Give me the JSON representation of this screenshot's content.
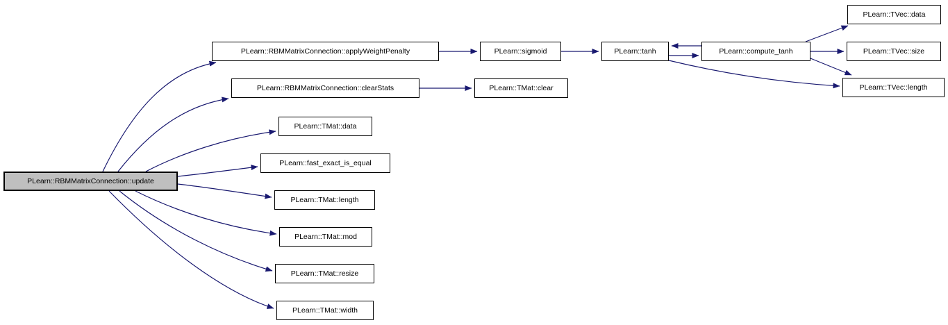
{
  "diagram": {
    "type": "call-graph",
    "background": "#ffffff",
    "edge_color": "#191970",
    "node_fill": "#ffffff",
    "node_border_color": "#000000",
    "root_fill": "#bfbfbf"
  },
  "nodes": [
    {
      "id": "update",
      "label": "PLearn::RBMMatrixConnection::update",
      "root": true
    },
    {
      "id": "applyWeightPenalty",
      "label": "PLearn::RBMMatrixConnection::applyWeightPenalty"
    },
    {
      "id": "clearStats",
      "label": "PLearn::RBMMatrixConnection::clearStats"
    },
    {
      "id": "sigmoid",
      "label": "PLearn::sigmoid"
    },
    {
      "id": "tanh",
      "label": "PLearn::tanh"
    },
    {
      "id": "compute_tanh",
      "label": "PLearn::compute_tanh"
    },
    {
      "id": "tvec_data",
      "label": "PLearn::TVec::data"
    },
    {
      "id": "tvec_size",
      "label": "PLearn::TVec::size"
    },
    {
      "id": "tvec_length",
      "label": "PLearn::TVec::length"
    },
    {
      "id": "tmat_clear",
      "label": "PLearn::TMat::clear"
    },
    {
      "id": "tmat_data",
      "label": "PLearn::TMat::data"
    },
    {
      "id": "fast_exact_is_equal",
      "label": "PLearn::fast_exact_is_equal"
    },
    {
      "id": "tmat_length",
      "label": "PLearn::TMat::length"
    },
    {
      "id": "tmat_mod",
      "label": "PLearn::TMat::mod"
    },
    {
      "id": "tmat_resize",
      "label": "PLearn::TMat::resize"
    },
    {
      "id": "tmat_width",
      "label": "PLearn::TMat::width"
    }
  ],
  "edges": [
    {
      "from": "update",
      "to": "applyWeightPenalty"
    },
    {
      "from": "update",
      "to": "clearStats"
    },
    {
      "from": "update",
      "to": "tmat_data"
    },
    {
      "from": "update",
      "to": "fast_exact_is_equal"
    },
    {
      "from": "update",
      "to": "tmat_length"
    },
    {
      "from": "update",
      "to": "tmat_mod"
    },
    {
      "from": "update",
      "to": "tmat_resize"
    },
    {
      "from": "update",
      "to": "tmat_width"
    },
    {
      "from": "applyWeightPenalty",
      "to": "sigmoid"
    },
    {
      "from": "sigmoid",
      "to": "tanh"
    },
    {
      "from": "clearStats",
      "to": "tmat_clear"
    },
    {
      "from": "tanh",
      "to": "compute_tanh"
    },
    {
      "from": "compute_tanh",
      "to": "tanh"
    },
    {
      "from": "tanh",
      "to": "tvec_length"
    },
    {
      "from": "compute_tanh",
      "to": "tvec_data"
    },
    {
      "from": "compute_tanh",
      "to": "tvec_size"
    },
    {
      "from": "compute_tanh",
      "to": "tvec_length"
    }
  ]
}
